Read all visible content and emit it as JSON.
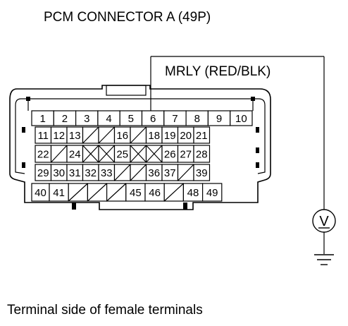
{
  "diagram": {
    "title": "PCM CONNECTOR A (49P)",
    "wire_label": "MRLY (RED/BLK)",
    "caption": "Terminal side of female terminals",
    "meter_symbol": "V",
    "highlighted_pin": "6",
    "rows": [
      [
        "1",
        "2",
        "3",
        "4",
        "5",
        "6",
        "7",
        "8",
        "9",
        "10"
      ],
      [
        "11",
        "12",
        "13",
        "",
        "",
        "16",
        "",
        "18",
        "19",
        "20",
        "21"
      ],
      [
        "22",
        "",
        "24",
        "",
        "",
        "25",
        "",
        "",
        "26",
        "27",
        "28"
      ],
      [
        "29",
        "30",
        "31",
        "32",
        "33",
        "",
        "",
        "36",
        "37",
        "",
        "39"
      ],
      [
        "40",
        "41",
        "",
        "",
        "",
        "45",
        "46",
        "",
        "48",
        "49"
      ]
    ]
  }
}
